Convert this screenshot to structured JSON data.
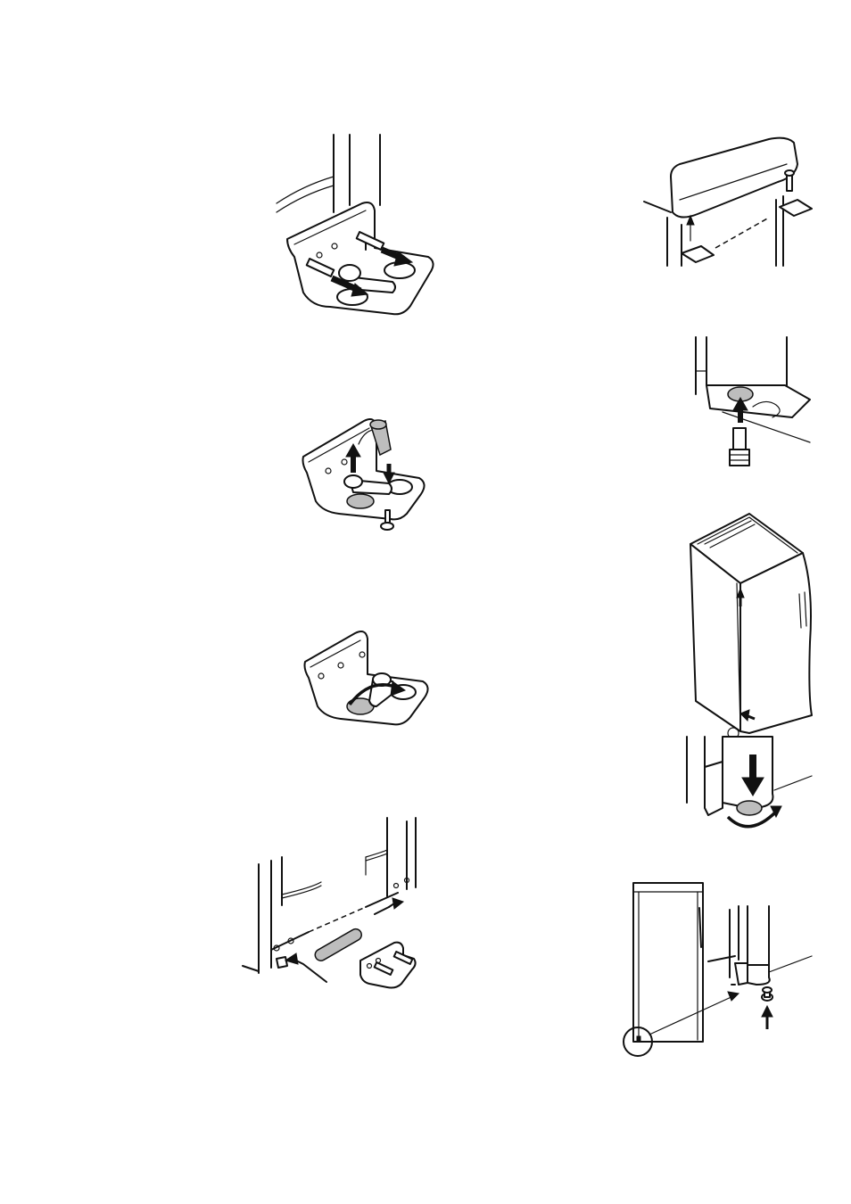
{
  "page": {
    "title": "",
    "figures": [
      {
        "id": "step-1",
        "description": ""
      },
      {
        "id": "step-2",
        "description": ""
      },
      {
        "id": "step-3",
        "description": ""
      },
      {
        "id": "step-4",
        "description": ""
      },
      {
        "id": "step-5",
        "description": ""
      },
      {
        "id": "step-6",
        "description": ""
      },
      {
        "id": "step-7",
        "description": ""
      },
      {
        "id": "step-8",
        "description": ""
      }
    ]
  },
  "icons": [
    "hinge-bracket-icon",
    "screw-icon",
    "hinge-pin-icon",
    "arrow-icon",
    "refrigerator-icon",
    "cover-plate-icon",
    "foot-icon"
  ]
}
